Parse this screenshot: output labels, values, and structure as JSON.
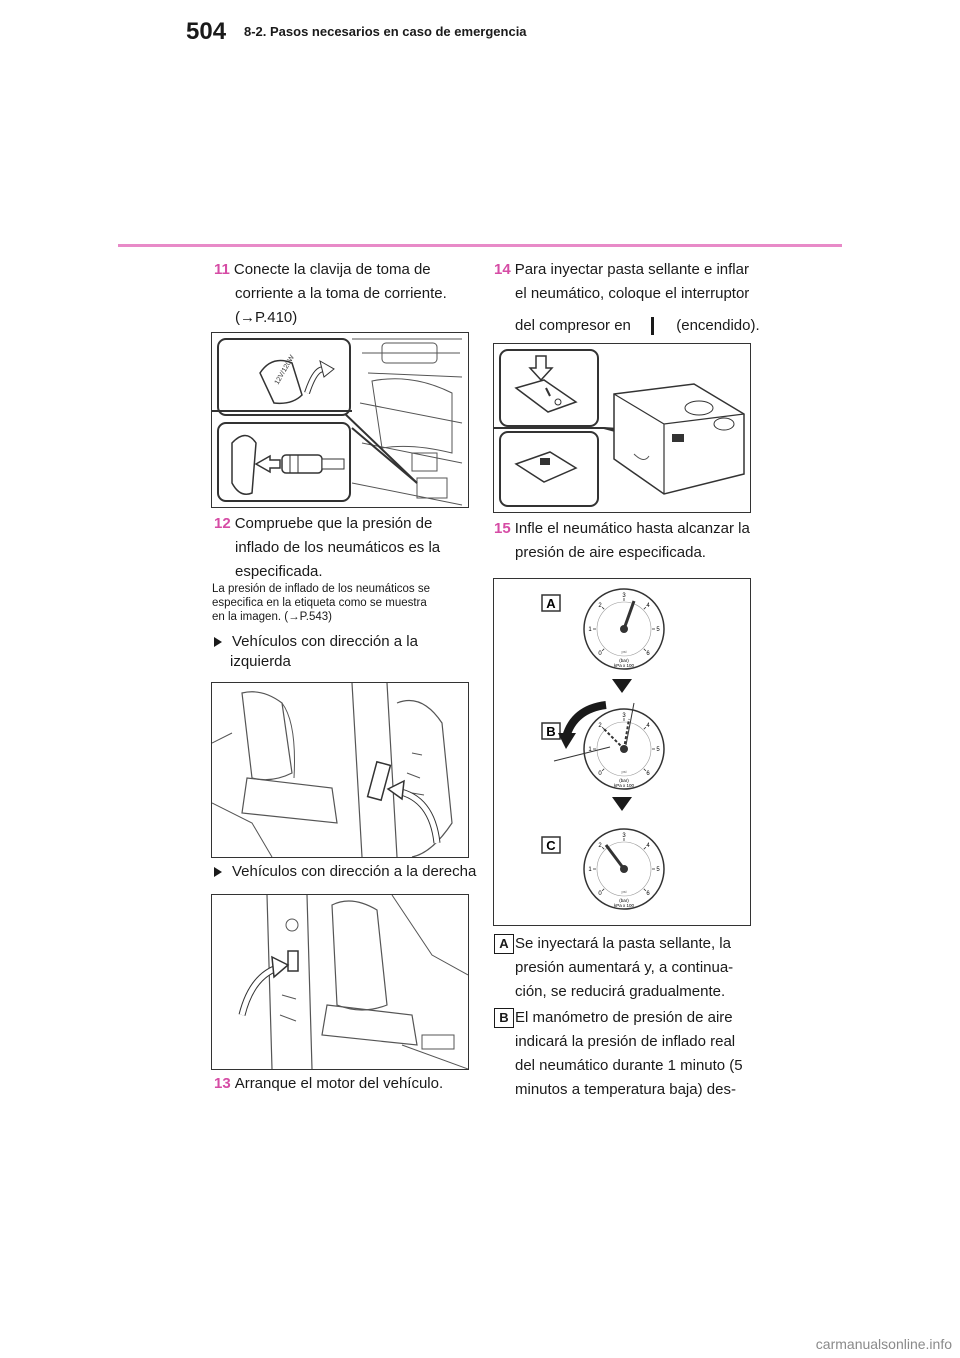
{
  "header": {
    "page_number": "504",
    "section_title": "8-2. Pasos necesarios en caso de emergencia",
    "rule_color": "#e88ac8"
  },
  "left_column": {
    "step11": {
      "num": "11",
      "line1": "Conecte la clavija de toma de",
      "line2": "corriente a la toma de corriente.",
      "line3": "(→P.410)"
    },
    "step12": {
      "num": "12",
      "line1": "Compruebe que la presión de",
      "line2": "inflado de los neumáticos es la",
      "line3": "especificada."
    },
    "note": {
      "line1": "La presión de inflado de los neumáticos se",
      "line2": "especifica en la etiqueta como se muestra",
      "line3": "en la imagen. (→P.543)"
    },
    "bullet_left": {
      "line1": "Vehículos con dirección a la",
      "line2": "izquierda"
    },
    "bullet_right": {
      "line1": "Vehículos con dirección a la derecha"
    },
    "step13": {
      "num": "13",
      "line1": "Arranque el motor del vehículo."
    },
    "plug_label": "12V/120W"
  },
  "right_column": {
    "step14": {
      "num": "14",
      "line1": "Para inyectar pasta sellante e inflar",
      "line2": "el neumático, coloque el interruptor",
      "line3a": "del compresor en",
      "line3b": "(encendido)."
    },
    "step15": {
      "num": "15",
      "line1": "Infle el neumático hasta alcanzar la",
      "line2": "presión de aire especificada."
    },
    "gauge_labels": [
      "A",
      "B",
      "C"
    ],
    "gauge_units": {
      "line1": "(bar)",
      "line2": "kPa x 100"
    },
    "gauge_scale": [
      "0",
      "1",
      "2",
      "3",
      "4",
      "5",
      "6"
    ],
    "gauge_psi": "psi",
    "item_a": {
      "letter": "A",
      "line1": "Se inyectará la pasta sellante, la",
      "line2": "presión aumentará y, a continua-",
      "line3": "ción, se reducirá gradualmente."
    },
    "item_b": {
      "letter": "B",
      "line1": "El manómetro de presión de aire",
      "line2": "indicará la presión de inflado real",
      "line3": "del neumático durante 1 minuto (5",
      "line4": "minutos a temperatura baja) des-"
    }
  },
  "watermark": "carmanualsonline.info",
  "colors": {
    "accent": "#d64ca5",
    "arrow_fill": "#ffffff",
    "ink": "#1a1a1a"
  }
}
